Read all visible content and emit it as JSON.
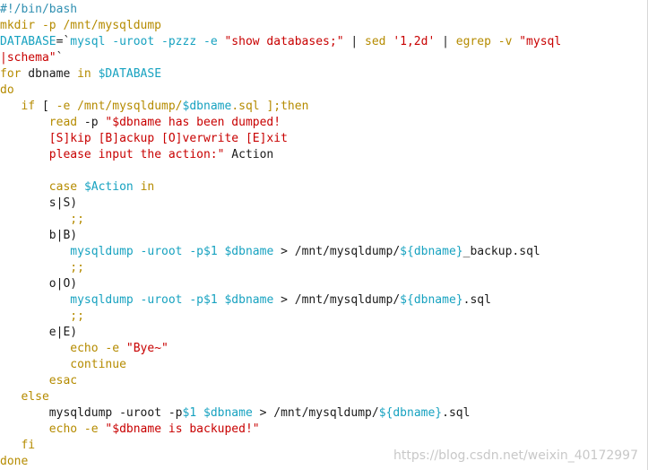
{
  "colors": {
    "comment": "#2f8fb1",
    "keyword": "#b58b00",
    "variable": "#17a2c0",
    "string": "#c80000",
    "plain": "#1a1a1a",
    "watermark": "#c8c8c8"
  },
  "lines": [
    [
      [
        "#!/bin/bash",
        "comment"
      ]
    ],
    [
      [
        "mkdir -p /mnt/mysqldump",
        "keyword"
      ]
    ],
    [
      [
        "DATABASE",
        "variable"
      ],
      [
        "=`",
        "plain"
      ],
      [
        "mysql -uroot -pzzz -e ",
        "variable"
      ],
      [
        "\"show databases;\"",
        "string"
      ],
      [
        " | ",
        "plain"
      ],
      [
        "sed ",
        "keyword"
      ],
      [
        "'1,2d'",
        "string"
      ],
      [
        " | ",
        "plain"
      ],
      [
        "egrep -v ",
        "keyword"
      ],
      [
        "\"mysql",
        "string"
      ]
    ],
    [
      [
        "|schema\"",
        "string"
      ],
      [
        "`",
        "plain"
      ]
    ],
    [
      [
        "for",
        "keyword"
      ],
      [
        " dbname ",
        "plain"
      ],
      [
        "in",
        "keyword"
      ],
      [
        " ",
        "plain"
      ],
      [
        "$DATABASE",
        "variable"
      ]
    ],
    [
      [
        "do",
        "keyword"
      ]
    ],
    [
      [
        "   ",
        "plain"
      ],
      [
        "if",
        "keyword"
      ],
      [
        " [ ",
        "plain"
      ],
      [
        "-e /mnt/mysqldump/",
        "keyword"
      ],
      [
        "$dbname",
        "variable"
      ],
      [
        ".sql ];",
        "keyword"
      ],
      [
        "then",
        "keyword"
      ]
    ],
    [
      [
        "       ",
        "plain"
      ],
      [
        "read",
        "keyword"
      ],
      [
        " -p ",
        "plain"
      ],
      [
        "\"$dbname has been dumped!",
        "string"
      ]
    ],
    [
      [
        "       ",
        "plain"
      ],
      [
        "[S]kip [B]ackup [O]verwrite [E]xit",
        "string"
      ]
    ],
    [
      [
        "       ",
        "plain"
      ],
      [
        "please input the action:\"",
        "string"
      ],
      [
        " Action",
        "plain"
      ]
    ],
    [
      [
        "",
        "plain"
      ]
    ],
    [
      [
        "       ",
        "plain"
      ],
      [
        "case",
        "keyword"
      ],
      [
        " ",
        "plain"
      ],
      [
        "$Action",
        "variable"
      ],
      [
        " ",
        "plain"
      ],
      [
        "in",
        "keyword"
      ]
    ],
    [
      [
        "       ",
        "plain"
      ],
      [
        "s|S)",
        "plain"
      ]
    ],
    [
      [
        "          ",
        "plain"
      ],
      [
        ";;",
        "keyword"
      ]
    ],
    [
      [
        "       ",
        "plain"
      ],
      [
        "b|B)",
        "plain"
      ]
    ],
    [
      [
        "          ",
        "plain"
      ],
      [
        "mysqldump -uroot -p",
        "variable"
      ],
      [
        "$1",
        "variable"
      ],
      [
        " ",
        "plain"
      ],
      [
        "$dbname",
        "variable"
      ],
      [
        " > ",
        "plain"
      ],
      [
        "/mnt/mysqldump/",
        "plain"
      ],
      [
        "${dbname}",
        "variable"
      ],
      [
        "_backup.sql",
        "plain"
      ]
    ],
    [
      [
        "          ",
        "plain"
      ],
      [
        ";;",
        "keyword"
      ]
    ],
    [
      [
        "       ",
        "plain"
      ],
      [
        "o|O)",
        "plain"
      ]
    ],
    [
      [
        "          ",
        "plain"
      ],
      [
        "mysqldump -uroot -p",
        "variable"
      ],
      [
        "$1",
        "variable"
      ],
      [
        " ",
        "plain"
      ],
      [
        "$dbname",
        "variable"
      ],
      [
        " > ",
        "plain"
      ],
      [
        "/mnt/mysqldump/",
        "plain"
      ],
      [
        "${dbname}",
        "variable"
      ],
      [
        ".sql",
        "plain"
      ]
    ],
    [
      [
        "          ",
        "plain"
      ],
      [
        ";;",
        "keyword"
      ]
    ],
    [
      [
        "       ",
        "plain"
      ],
      [
        "e|E)",
        "plain"
      ]
    ],
    [
      [
        "          ",
        "plain"
      ],
      [
        "echo -e ",
        "keyword"
      ],
      [
        "\"Bye~\"",
        "string"
      ]
    ],
    [
      [
        "          ",
        "plain"
      ],
      [
        "continue",
        "keyword"
      ]
    ],
    [
      [
        "       ",
        "plain"
      ],
      [
        "esac",
        "keyword"
      ]
    ],
    [
      [
        "   ",
        "plain"
      ],
      [
        "else",
        "keyword"
      ]
    ],
    [
      [
        "       ",
        "plain"
      ],
      [
        "mysqldump -uroot -p",
        "plain"
      ],
      [
        "$1",
        "variable"
      ],
      [
        " ",
        "plain"
      ],
      [
        "$dbname",
        "variable"
      ],
      [
        " > /mnt/mysqldump/",
        "plain"
      ],
      [
        "${dbname}",
        "variable"
      ],
      [
        ".sql",
        "plain"
      ]
    ],
    [
      [
        "       ",
        "plain"
      ],
      [
        "echo -e ",
        "keyword"
      ],
      [
        "\"$dbname is backuped!\"",
        "string"
      ]
    ],
    [
      [
        "   ",
        "plain"
      ],
      [
        "fi",
        "keyword"
      ]
    ],
    [
      [
        "done",
        "keyword"
      ]
    ]
  ],
  "watermark": "https://blog.csdn.net/weixin_40172997"
}
